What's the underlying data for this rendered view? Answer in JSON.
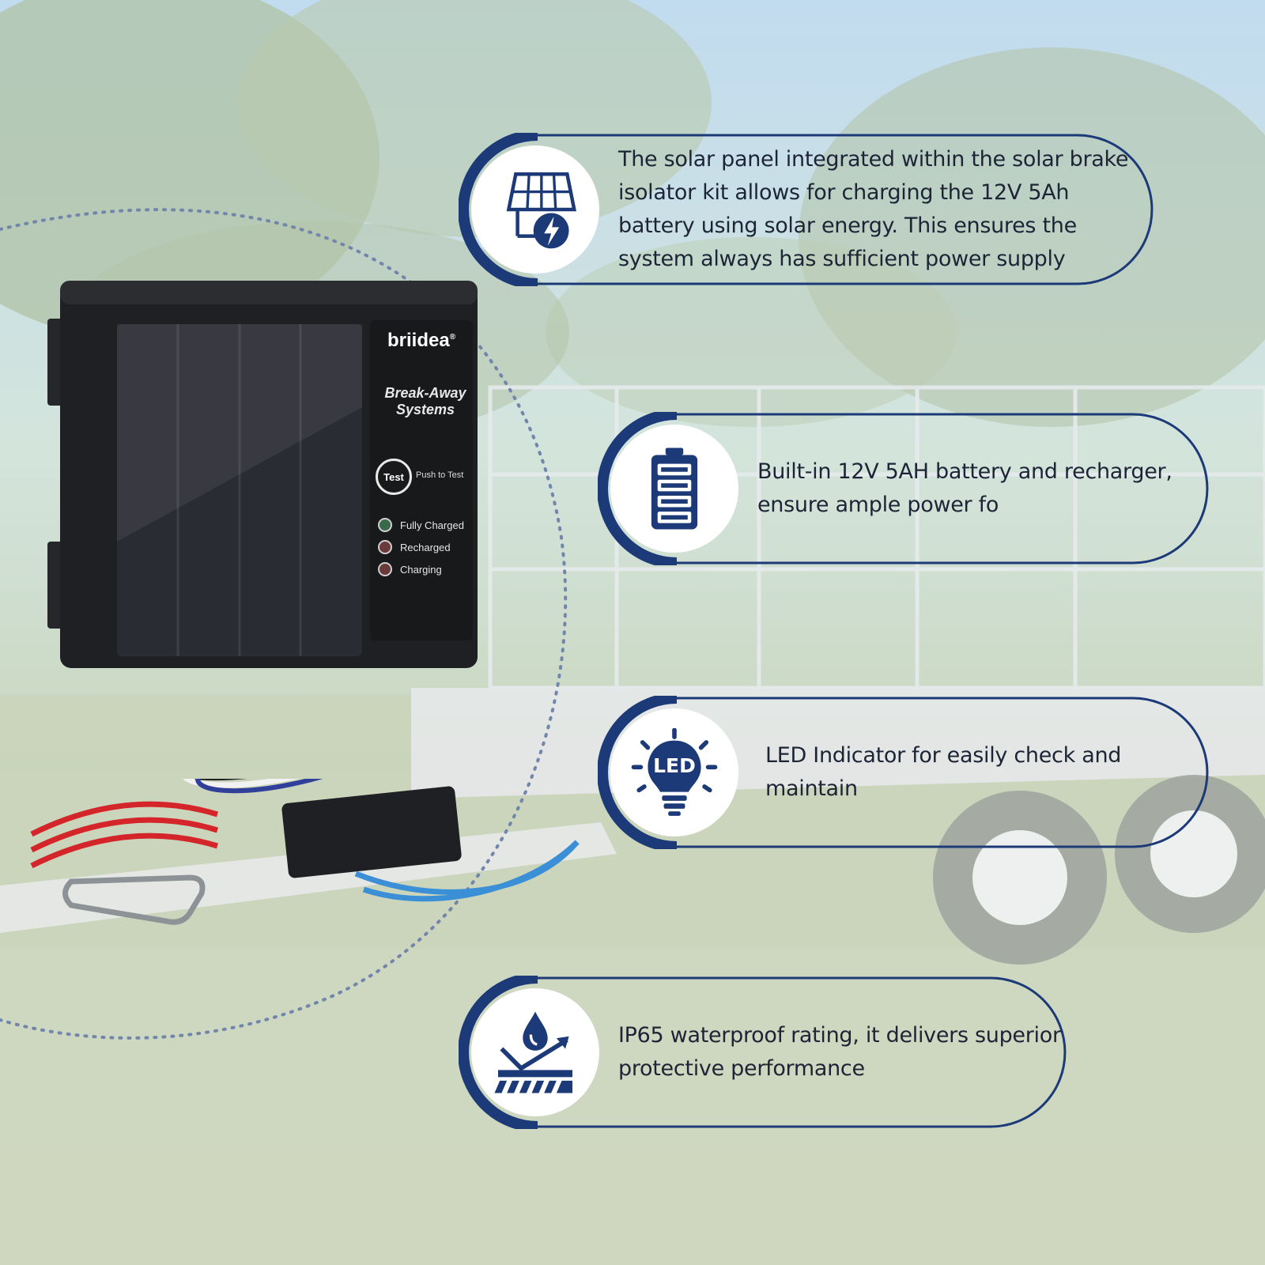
{
  "product": {
    "brand": "briidea",
    "brand_mark": "®",
    "title_line1": "Break-Away",
    "title_line2": "Systems",
    "test_button_label": "Test",
    "test_hint": "Push to Test",
    "indicators": [
      {
        "label": "Fully Charged",
        "color": "#3a6a4a"
      },
      {
        "label": "Recharged",
        "color": "#6a3a3a"
      },
      {
        "label": "Charging",
        "color": "#6a3a3a"
      }
    ]
  },
  "features": [
    {
      "icon": "solar-panel-icon",
      "text": "The solar panel integrated within the solar brake isolator kit allows for charging the 12V 5Ah battery using solar energy. This ensures the system always has sufficient power supply"
    },
    {
      "icon": "battery-icon",
      "text": "Built-in 12V 5AH battery  and recharger, ensure  ample power fo"
    },
    {
      "icon": "led-bulb-icon",
      "icon_label": "LED",
      "text": "LED Indicator for easily check and maintain"
    },
    {
      "icon": "waterproof-drop-icon",
      "text": "IP65 waterproof rating, it delivers superior protective performance"
    }
  ],
  "colors": {
    "navy": "#1c3a78",
    "text": "#1d2436",
    "panel_black": "#1f2023"
  }
}
